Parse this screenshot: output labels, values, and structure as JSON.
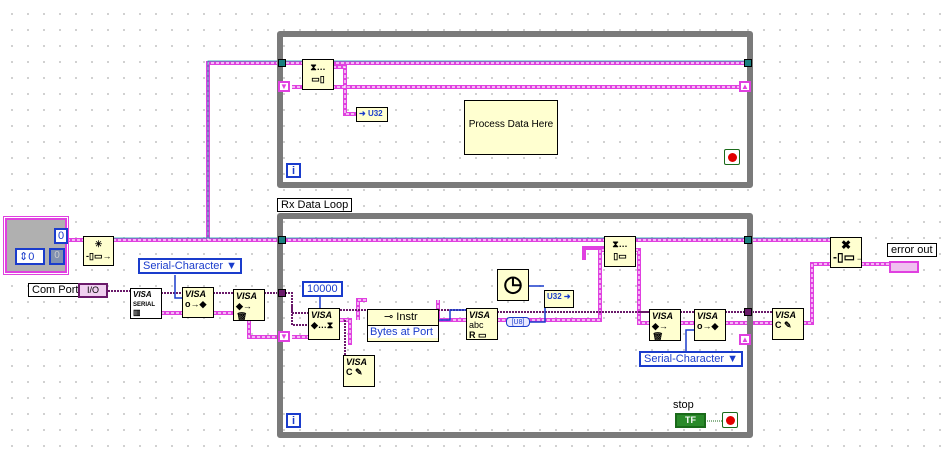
{
  "top_loop": {
    "process_note": "Process Data Here",
    "iteration_label": "i",
    "dequeue_icon": "hourglass-dequeue-icon",
    "converter_label": "U32"
  },
  "rx_loop": {
    "label": "Rx Data Loop",
    "iteration_label": "i",
    "timeout_constant": "10000",
    "property_node": {
      "class": "Instr",
      "property": "Bytes at Port"
    },
    "read_label": "VISA",
    "read_sub": "abc",
    "coerce_label": "[U8]",
    "converter_label": "U32",
    "termchar_enum": "Serial-Character",
    "stop_label": "stop",
    "stop_bool": "TF"
  },
  "init": {
    "cluster_value": "0",
    "cluster_numeric": "0",
    "cluster_bool": "0",
    "termchar_enum": "Serial-Character",
    "com_port_label": "Com Port",
    "com_port_value": "I/O",
    "serial_label": "SERIAL"
  },
  "visa_label": "VISA",
  "error_out_label": "error out",
  "colors": {
    "error_wire": "#e040e0",
    "visa_wire": "#6a1a6a",
    "queue_wire": "#00a0a0",
    "loop_border": "#7a7a7a",
    "node_bg": "#ffffd0",
    "enum_blue": "#1a3ccc"
  }
}
